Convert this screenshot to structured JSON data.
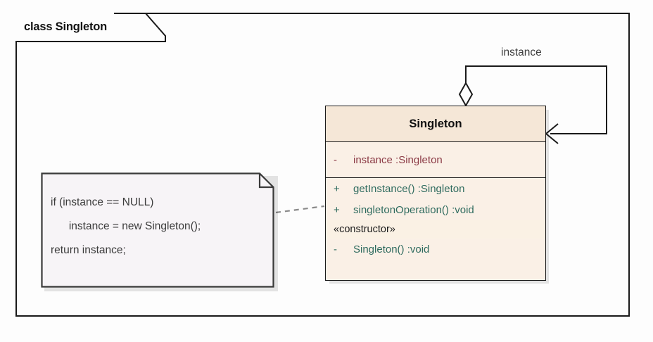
{
  "frame": {
    "label": "class Singleton"
  },
  "class_box": {
    "name": "Singleton",
    "attributes": [
      {
        "visibility": "-",
        "text": "instance  :Singleton"
      }
    ],
    "operations": [
      {
        "visibility": "+",
        "text": "getInstance()  :Singleton"
      },
      {
        "visibility": "+",
        "text": "singletonOperation()  :void"
      }
    ],
    "stereotype": "«constructor»",
    "constructors": [
      {
        "visibility": "-",
        "text": "Singleton()  :void"
      }
    ]
  },
  "note": {
    "lines": [
      "if (instance == NULL)",
      "      instance = new Singleton();",
      "return instance;"
    ]
  },
  "association": {
    "label": "instance",
    "kind": "aggregation"
  },
  "colors": {
    "class_fill": "#faf0e6",
    "class_header_fill": "#f5e7d7",
    "stereotype_fill": "#faf1e4",
    "attribute_text": "#8b3a45",
    "operation_text": "#2f6b5f",
    "note_fill": "#f7f4f7",
    "line": "#1a1a1a",
    "dashed_connector": "#8a8a8a"
  }
}
